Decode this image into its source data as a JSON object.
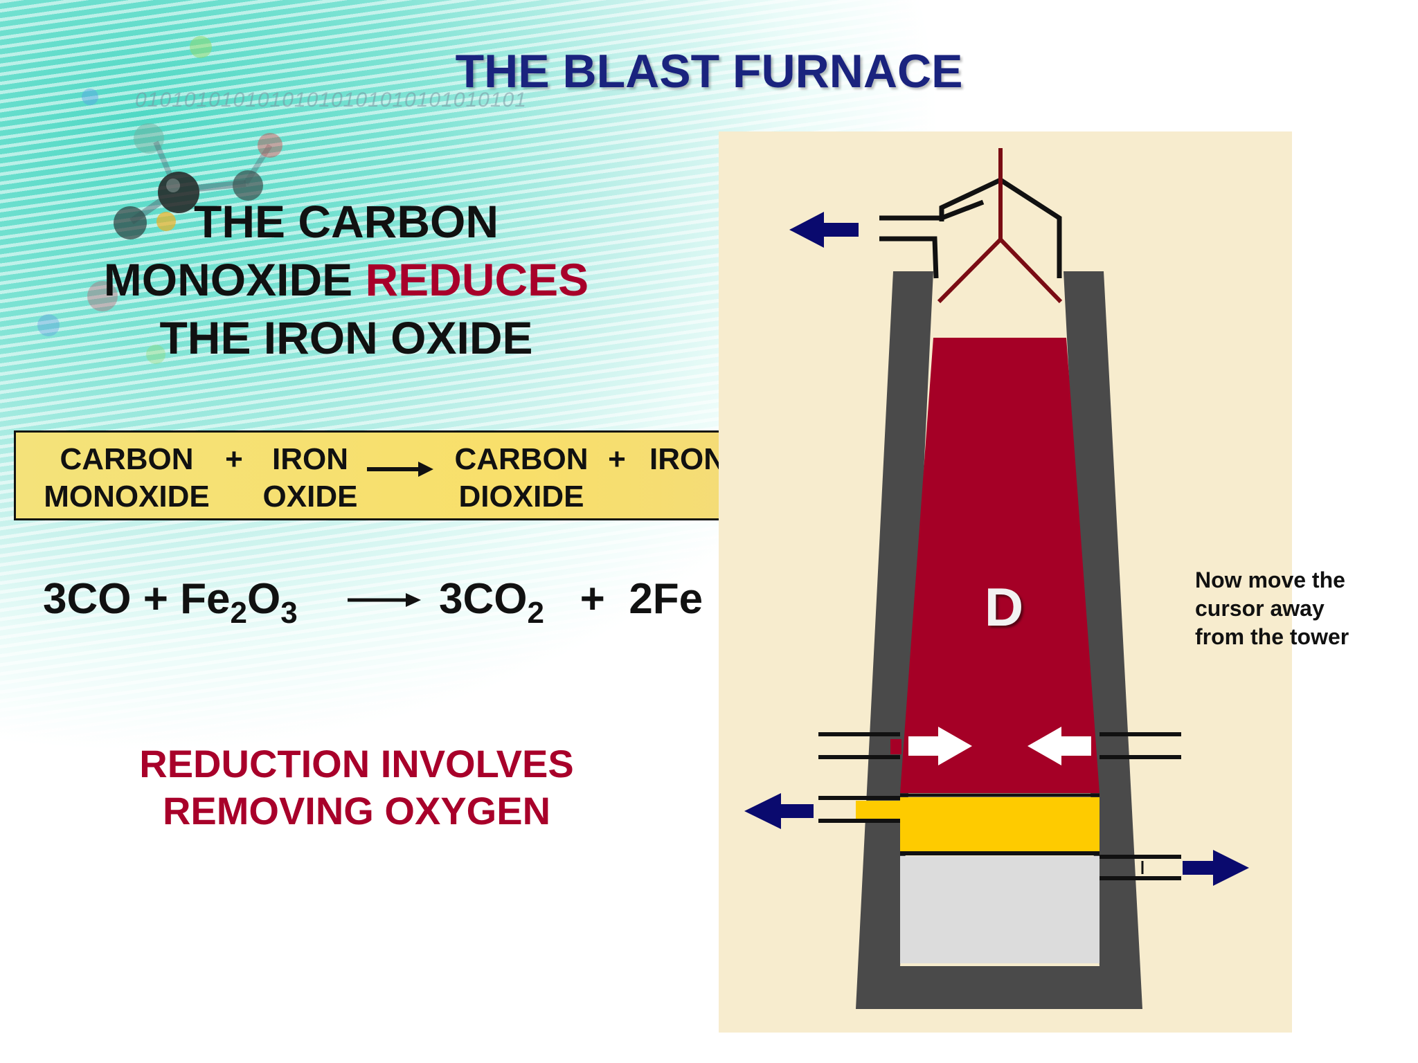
{
  "title": "THE BLAST FURNACE",
  "background": {
    "binary_text": "01010101010101010101010101010101",
    "accent_colors": {
      "title": "#1a237e",
      "highlight": "#a8002a",
      "box": "#f8df6a",
      "panel": "#f7ecce"
    }
  },
  "heading": {
    "line1": "THE CARBON",
    "line2_prefix": "MONOXIDE ",
    "line2_highlight": "REDUCES",
    "line3": "THE IRON OXIDE"
  },
  "word_equation": {
    "reactant1": [
      "CARBON",
      "MONOXIDE"
    ],
    "plus1": "+",
    "reactant2": [
      "IRON",
      "OXIDE"
    ],
    "arrow_icon": "right-arrow",
    "product1": [
      "CARBON",
      "DIOXIDE"
    ],
    "plus2": "+",
    "product2": "IRON"
  },
  "chemical_equation": {
    "co_coeff": "3CO",
    "plus1": "+",
    "fe_symbol": "Fe",
    "fe_sub": "2",
    "o_symbol": "O",
    "o_sub": "3",
    "co2_coeff": "3CO",
    "co2_sub": "2",
    "plus2": "+",
    "iron": "2Fe"
  },
  "reduction_note": {
    "line1": "REDUCTION INVOLVES",
    "line2": "REMOVING OXYGEN"
  },
  "furnace": {
    "zone_label": "D",
    "icons": [
      "waste-gas-arrow-icon",
      "hot-air-arrow-left-icon",
      "hot-air-arrow-right-icon",
      "slag-arrow-icon",
      "iron-arrow-icon",
      "charge-hopper-icon"
    ]
  },
  "hint": {
    "line1": "Now move the",
    "line2": "cursor away",
    "line3": "from the tower"
  }
}
